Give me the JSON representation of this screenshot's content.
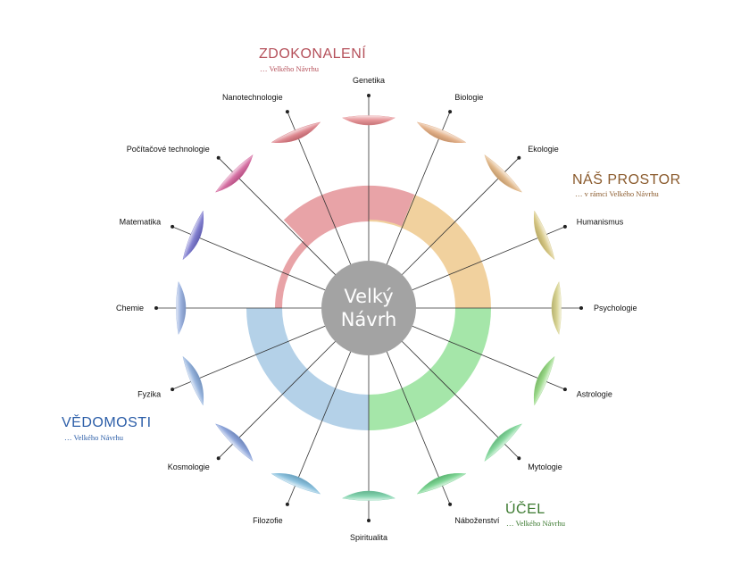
{
  "center": {
    "line1": "Velký",
    "line2": "Návrh",
    "fill": "#a3a3a3"
  },
  "groups": {
    "zdokonaleni": {
      "title": "ZDOKONALENÍ",
      "sub": "…  Velkého Návrhu",
      "color": "#b5505a",
      "ring": "#e8a3a7"
    },
    "nas_prostor": {
      "title": "NÁŠ PROSTOR",
      "sub": "…  v rámci Velkého Návrhu",
      "color": "#8a5a2c",
      "ring": "#f1d19e"
    },
    "ucel": {
      "title": "ÚČEL",
      "sub": "…  Velkého Návrhu",
      "color": "#3c7a30",
      "ring": "#a5e6a9"
    },
    "vedomosti": {
      "title": "VĚDOMOSTI",
      "sub": "…  Velkého Návrhu",
      "color": "#2c5ea8",
      "ring": "#b4d1e8"
    }
  },
  "spokes": [
    {
      "label": "Genetika",
      "lens": "#e3868a"
    },
    {
      "label": "Biologie",
      "lens": "#e0a77a"
    },
    {
      "label": "Ekologie",
      "lens": "#deb07c"
    },
    {
      "label": "Humanismus",
      "lens": "#d3c276"
    },
    {
      "label": "Psychologie",
      "lens": "#d2cd82"
    },
    {
      "label": "Astrologie",
      "lens": "#8bd377"
    },
    {
      "label": "Mytologie",
      "lens": "#76d391"
    },
    {
      "label": "Náboženství",
      "lens": "#6acf84"
    },
    {
      "label": "Spiritualita",
      "lens": "#73cea4"
    },
    {
      "label": "Filozofie",
      "lens": "#7ab8d9"
    },
    {
      "label": "Kosmologie",
      "lens": "#7f9ad6"
    },
    {
      "label": "Fyzika",
      "lens": "#86a8d8"
    },
    {
      "label": "Chemie",
      "lens": "#8ea8db"
    },
    {
      "label": "Matematika",
      "lens": "#6f6cc9"
    },
    {
      "label": "Počítačové technologie",
      "lens": "#d05c96"
    },
    {
      "label": "Nanotechnologie",
      "lens": "#d9757e"
    }
  ]
}
